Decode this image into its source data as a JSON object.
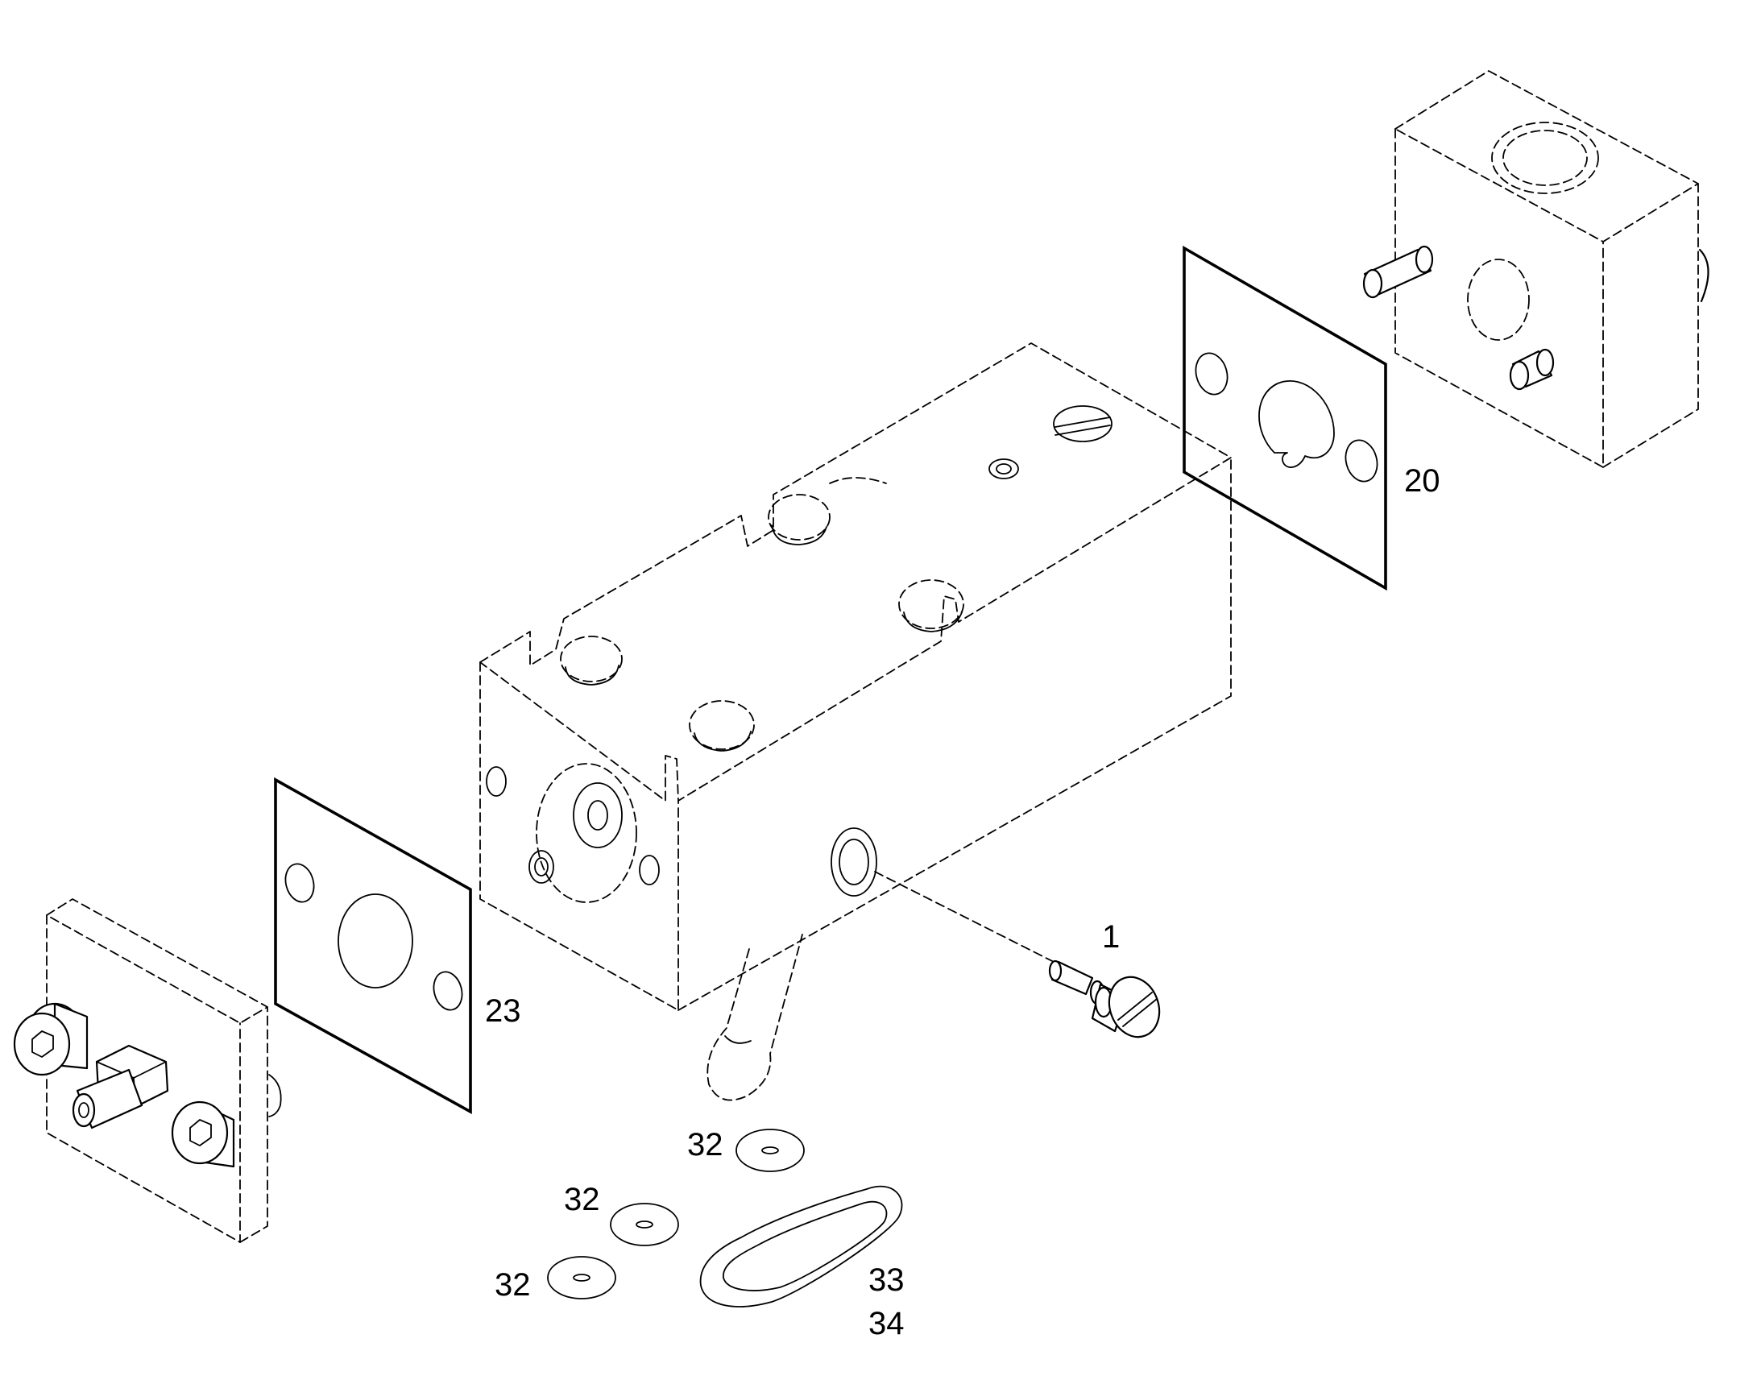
{
  "diagram": {
    "callouts": {
      "c1": "1",
      "c20": "20",
      "c23": "23",
      "c32a": "32",
      "c32b": "32",
      "c32c": "32",
      "c33": "33",
      "c34": "34"
    }
  }
}
